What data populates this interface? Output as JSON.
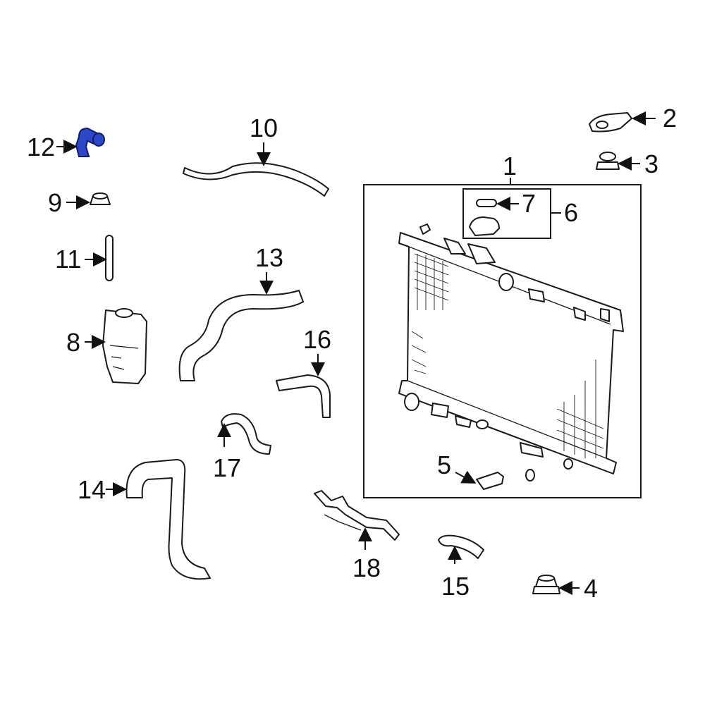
{
  "diagram": {
    "callouts": [
      {
        "id": "1",
        "label": "1"
      },
      {
        "id": "2",
        "label": "2"
      },
      {
        "id": "3",
        "label": "3"
      },
      {
        "id": "4",
        "label": "4"
      },
      {
        "id": "5",
        "label": "5"
      },
      {
        "id": "6",
        "label": "6"
      },
      {
        "id": "7",
        "label": "7"
      },
      {
        "id": "8",
        "label": "8"
      },
      {
        "id": "9",
        "label": "9"
      },
      {
        "id": "10",
        "label": "10"
      },
      {
        "id": "11",
        "label": "11"
      },
      {
        "id": "12",
        "label": "12"
      },
      {
        "id": "13",
        "label": "13"
      },
      {
        "id": "14",
        "label": "14"
      },
      {
        "id": "15",
        "label": "15"
      },
      {
        "id": "16",
        "label": "16"
      },
      {
        "id": "17",
        "label": "17"
      },
      {
        "id": "18",
        "label": "18"
      }
    ],
    "highlighted_part": "12",
    "colors": {
      "highlight": "#2d47c9",
      "line": "#1a1a1a",
      "background": "#ffffff"
    }
  }
}
